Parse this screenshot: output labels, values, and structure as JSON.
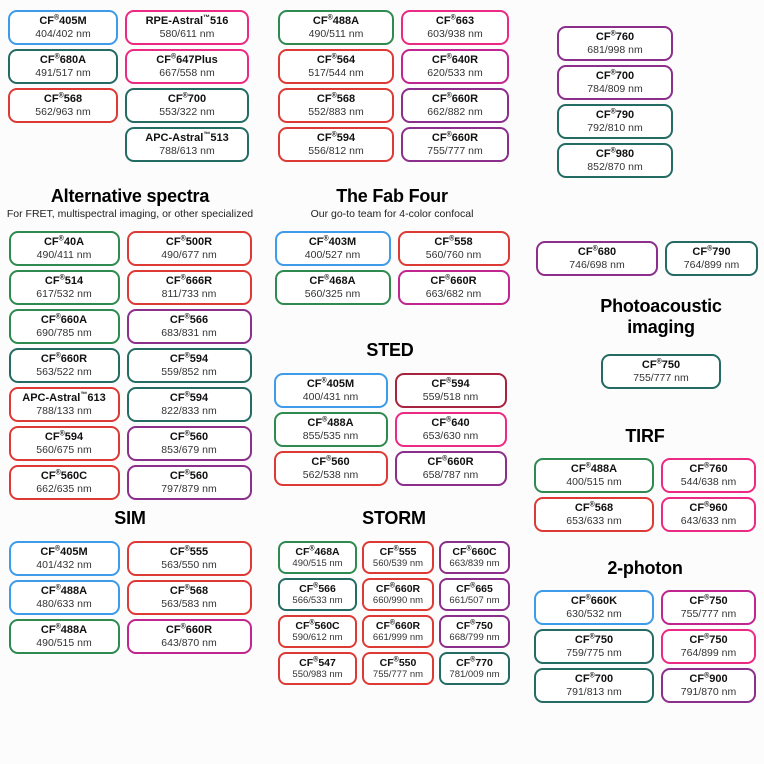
{
  "colors": {
    "blue": "#3D9BE9",
    "red": "#DE3A35",
    "green": "#2F8A4F",
    "teal": "#246B63",
    "purple": "#8C2E8C",
    "pink": "#EC2A83",
    "magenta": "#C12590",
    "maroon": "#A8233F"
  },
  "sections": [
    {
      "id": "top-left-grid",
      "columns": [
        [
          {
            "name": "CF®405M",
            "ex_em": "404/402 nm",
            "color": "blue"
          },
          {
            "name": "CF®680A",
            "ex_em": "491/517 nm",
            "color": "teal"
          },
          {
            "name": "CF®568",
            "ex_em": "562/963 nm",
            "color": "red"
          }
        ],
        [
          {
            "name": "RPE-Astral™516",
            "ex_em": "580/611 nm",
            "color": "pink"
          },
          {
            "name": "CF®647Plus",
            "ex_em": "667/558 nm",
            "color": "pink"
          },
          {
            "name": "CF®700",
            "ex_em": "553/322 nm",
            "color": "teal"
          },
          {
            "name": "APC-Astral™513",
            "ex_em": "788/613 nm",
            "color": "teal"
          }
        ]
      ]
    },
    {
      "id": "top-middle-grid",
      "columns": [
        [
          {
            "name": "CF®488A",
            "ex_em": "490/511 nm",
            "color": "green"
          },
          {
            "name": "CF®564",
            "ex_em": "517/544 nm",
            "color": "red"
          },
          {
            "name": "CF®568",
            "ex_em": "552/883 nm",
            "color": "red"
          },
          {
            "name": "CF®594",
            "ex_em": "556/812 nm",
            "color": "red"
          }
        ],
        [
          {
            "name": "CF®663",
            "ex_em": "603/938 nm",
            "color": "pink"
          },
          {
            "name": "CF®640R",
            "ex_em": "620/533 nm",
            "color": "magenta"
          },
          {
            "name": "CF®660R",
            "ex_em": "662/882 nm",
            "color": "purple"
          },
          {
            "name": "CF®660R",
            "ex_em": "755/777 nm",
            "color": "purple"
          }
        ]
      ]
    },
    {
      "id": "top-right-grid",
      "columns": [
        [
          {
            "name": "CF®760",
            "ex_em": "681/998 nm",
            "color": "purple"
          },
          {
            "name": "CF®700",
            "ex_em": "784/809 nm",
            "color": "purple"
          },
          {
            "name": "CF®790",
            "ex_em": "792/810 nm",
            "color": "teal"
          },
          {
            "name": "CF®980",
            "ex_em": "852/870 nm",
            "color": "teal"
          }
        ]
      ]
    },
    {
      "id": "alternative-spectra",
      "title": "Alternative spectra",
      "subtitle": "For FRET, multispectral imaging, or other specialized",
      "columns": [
        [
          {
            "name": "CF®40A",
            "ex_em": "490/411 nm",
            "color": "green"
          },
          {
            "name": "CF®514",
            "ex_em": "617/532 nm",
            "color": "green"
          },
          {
            "name": "CF®660A",
            "ex_em": "690/785 nm",
            "color": "green"
          },
          {
            "name": "CF®660R",
            "ex_em": "563/522 nm",
            "color": "teal"
          },
          {
            "name": "APC-Astral™613",
            "ex_em": "788/133 nm",
            "color": "red"
          },
          {
            "name": "CF®594",
            "ex_em": "560/675 nm",
            "color": "red"
          },
          {
            "name": "CF®560C",
            "ex_em": "662/635 nm",
            "color": "red"
          }
        ],
        [
          {
            "name": "CF®500R",
            "ex_em": "490/677 nm",
            "color": "red"
          },
          {
            "name": "CF®666R",
            "ex_em": "811/733 nm",
            "color": "red"
          },
          {
            "name": "CF®566",
            "ex_em": "683/831 nm",
            "color": "purple"
          },
          {
            "name": "CF®594",
            "ex_em": "559/852 nm",
            "color": "teal"
          },
          {
            "name": "CF®594",
            "ex_em": "822/833 nm",
            "color": "teal"
          },
          {
            "name": "CF®560",
            "ex_em": "853/679 nm",
            "color": "purple"
          },
          {
            "name": "CF®560",
            "ex_em": "797/879 nm",
            "color": "purple"
          }
        ]
      ]
    },
    {
      "id": "fab-four",
      "title": "The Fab Four",
      "subtitle": "Our go-to team for 4-color confocal",
      "columns": [
        [
          {
            "name": "CF®403M",
            "ex_em": "400/527 nm",
            "color": "blue"
          },
          {
            "name": "CF®468A",
            "ex_em": "560/325 nm",
            "color": "green"
          }
        ],
        [
          {
            "name": "CF®558",
            "ex_em": "560/760 nm",
            "color": "red"
          },
          {
            "name": "CF®660R",
            "ex_em": "663/682 nm",
            "color": "magenta"
          }
        ]
      ]
    },
    {
      "id": "pair-680-790",
      "columns": [
        [
          {
            "name": "CF®680",
            "ex_em": "746/698 nm",
            "color": "purple"
          }
        ],
        [
          {
            "name": "CF®790",
            "ex_em": "764/899 nm",
            "color": "teal"
          }
        ]
      ]
    },
    {
      "id": "photoacoustic-imaging",
      "title": "Photoacoustic imaging",
      "columns": [
        [
          {
            "name": "CF®750",
            "ex_em": "755/777 nm",
            "color": "teal"
          }
        ]
      ]
    },
    {
      "id": "tirf",
      "title": "TIRF",
      "columns": [
        [
          {
            "name": "CF®488A",
            "ex_em": "400/515 nm",
            "color": "green"
          },
          {
            "name": "CF®568",
            "ex_em": "653/633 nm",
            "color": "red"
          }
        ],
        [
          {
            "name": "CF®760",
            "ex_em": "544/638 nm",
            "color": "pink"
          },
          {
            "name": "CF®960",
            "ex_em": "643/633 nm",
            "color": "pink"
          }
        ]
      ]
    },
    {
      "id": "two-photon",
      "title": "2-photon",
      "columns": [
        [
          {
            "name": "CF®660K",
            "ex_em": "630/532 nm",
            "color": "blue"
          },
          {
            "name": "CF®750",
            "ex_em": "759/775 nm",
            "color": "teal"
          },
          {
            "name": "CF®700",
            "ex_em": "791/813 nm",
            "color": "teal"
          }
        ],
        [
          {
            "name": "CF®750",
            "ex_em": "755/777 nm",
            "color": "magenta"
          },
          {
            "name": "CF®750",
            "ex_em": "764/899 nm",
            "color": "pink"
          },
          {
            "name": "CF®900",
            "ex_em": "791/870 nm",
            "color": "purple"
          }
        ]
      ]
    },
    {
      "id": "sim",
      "title": "SIM",
      "columns": [
        [
          {
            "name": "CF®405M",
            "ex_em": "401/432 nm",
            "color": "blue"
          },
          {
            "name": "CF®488A",
            "ex_em": "480/633 nm",
            "color": "blue"
          },
          {
            "name": "CF®488A",
            "ex_em": "490/515 nm",
            "color": "green"
          }
        ],
        [
          {
            "name": "CF®555",
            "ex_em": "563/550 nm",
            "color": "red"
          },
          {
            "name": "CF®568",
            "ex_em": "563/583 nm",
            "color": "red"
          },
          {
            "name": "CF®660R",
            "ex_em": "643/870 nm",
            "color": "magenta"
          }
        ]
      ]
    },
    {
      "id": "sted",
      "title": "STED",
      "columns": [
        [
          {
            "name": "CF®405M",
            "ex_em": "400/431 nm",
            "color": "blue"
          },
          {
            "name": "CF®488A",
            "ex_em": "855/535 nm",
            "color": "green"
          },
          {
            "name": "CF®560",
            "ex_em": "562/538 nm",
            "color": "red"
          }
        ],
        [
          {
            "name": "CF®594",
            "ex_em": "559/518 nm",
            "color": "maroon"
          },
          {
            "name": "CF®640",
            "ex_em": "653/630 nm",
            "color": "pink"
          },
          {
            "name": "CF®660R",
            "ex_em": "658/787 nm",
            "color": "purple"
          }
        ]
      ]
    },
    {
      "id": "storm",
      "title": "STORM",
      "columns": [
        [
          {
            "name": "CF®468A",
            "ex_em": "490/515 nm",
            "color": "green"
          },
          {
            "name": "CF®566",
            "ex_em": "566/533 nm",
            "color": "teal"
          },
          {
            "name": "CF®560C",
            "ex_em": "590/612 nm",
            "color": "red"
          },
          {
            "name": "CF®547",
            "ex_em": "550/983 nm",
            "color": "red"
          }
        ],
        [
          {
            "name": "CF®555",
            "ex_em": "560/539 nm",
            "color": "red"
          },
          {
            "name": "CF®660R",
            "ex_em": "660/990 nm",
            "color": "red"
          },
          {
            "name": "CF®660R",
            "ex_em": "661/999 nm",
            "color": "red"
          },
          {
            "name": "CF®550",
            "ex_em": "755/777 nm",
            "color": "red"
          }
        ],
        [
          {
            "name": "CF®660C",
            "ex_em": "663/839 nm",
            "color": "purple"
          },
          {
            "name": "CF®665",
            "ex_em": "661/507 nm",
            "color": "purple"
          },
          {
            "name": "CF®750",
            "ex_em": "668/799 nm",
            "color": "purple"
          },
          {
            "name": "CF®770",
            "ex_em": "781/009 nm",
            "color": "teal"
          }
        ]
      ]
    }
  ]
}
